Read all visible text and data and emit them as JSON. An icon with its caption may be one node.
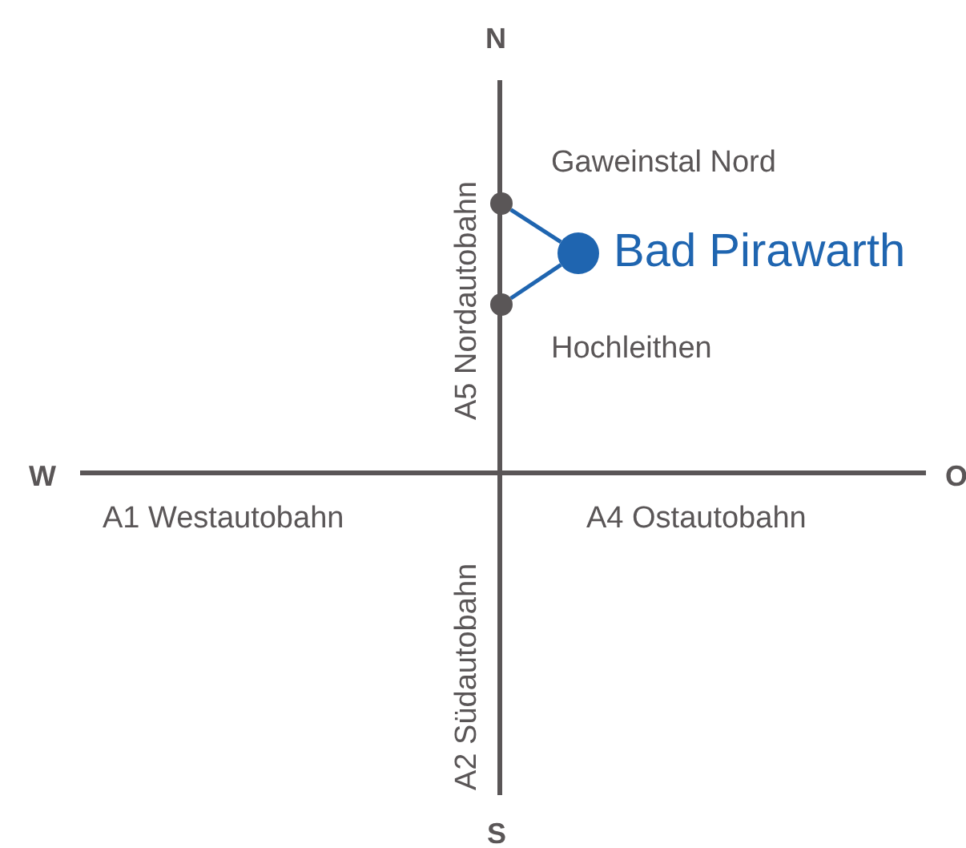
{
  "diagram": {
    "nodes": [
      {
        "text": [],
        "shape": "circle",
        "beside": [
          "Gaweinstal Nord"
        ]
      },
      {
        "text": [],
        "shape": "circle",
        "beside": [
          "Hochleithen"
        ]
      },
      {
        "text": [],
        "shape": "circle",
        "beside": [
          "Bad Pirawarth"
        ]
      }
    ],
    "edges": [
      {
        "from": 0,
        "to": 2,
        "arrow": "none"
      },
      {
        "from": 1,
        "to": 2,
        "arrow": "none"
      }
    ],
    "labels": [
      "N",
      "A5 Nordautobahn",
      "W",
      "O",
      "A1 Westautobahn",
      "A4 Ostautobahn",
      "A2 Südautobahn",
      "S"
    ]
  }
}
